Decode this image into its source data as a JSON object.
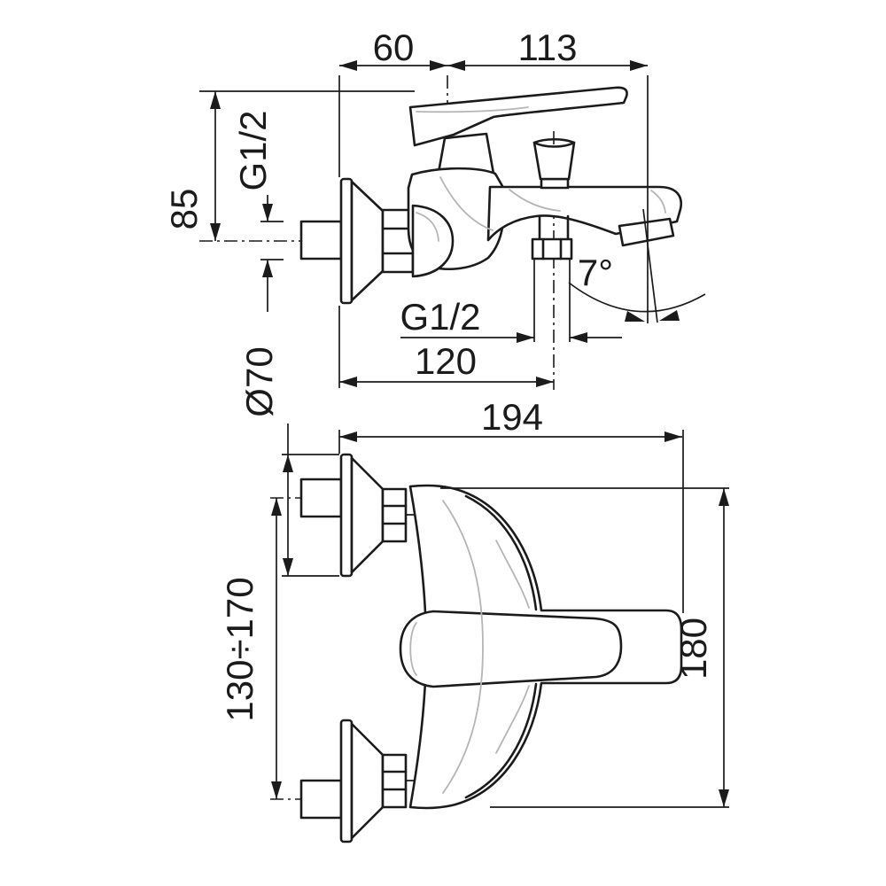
{
  "drawing": {
    "type": "faucet-technical-drawing",
    "background": "#ffffff",
    "line_color": "#1b1b1b",
    "highlight_color": "#b5b5b5",
    "views": {
      "side_view": "bath-mixer-side-view",
      "plan_view": "bath-mixer-plan-view"
    }
  },
  "dims": {
    "d60": {
      "label": "60"
    },
    "d113": {
      "label": "113"
    },
    "d85": {
      "label": "85"
    },
    "g12_wall": {
      "label": "G1/2"
    },
    "g12_outlet": {
      "label": "G1/2"
    },
    "d120": {
      "label": "120"
    },
    "angle7": {
      "label": "7°"
    },
    "d194": {
      "label": "194"
    },
    "dia70": {
      "label": "Ø70"
    },
    "range": {
      "label": "130÷170"
    },
    "d180": {
      "label": "180"
    }
  }
}
